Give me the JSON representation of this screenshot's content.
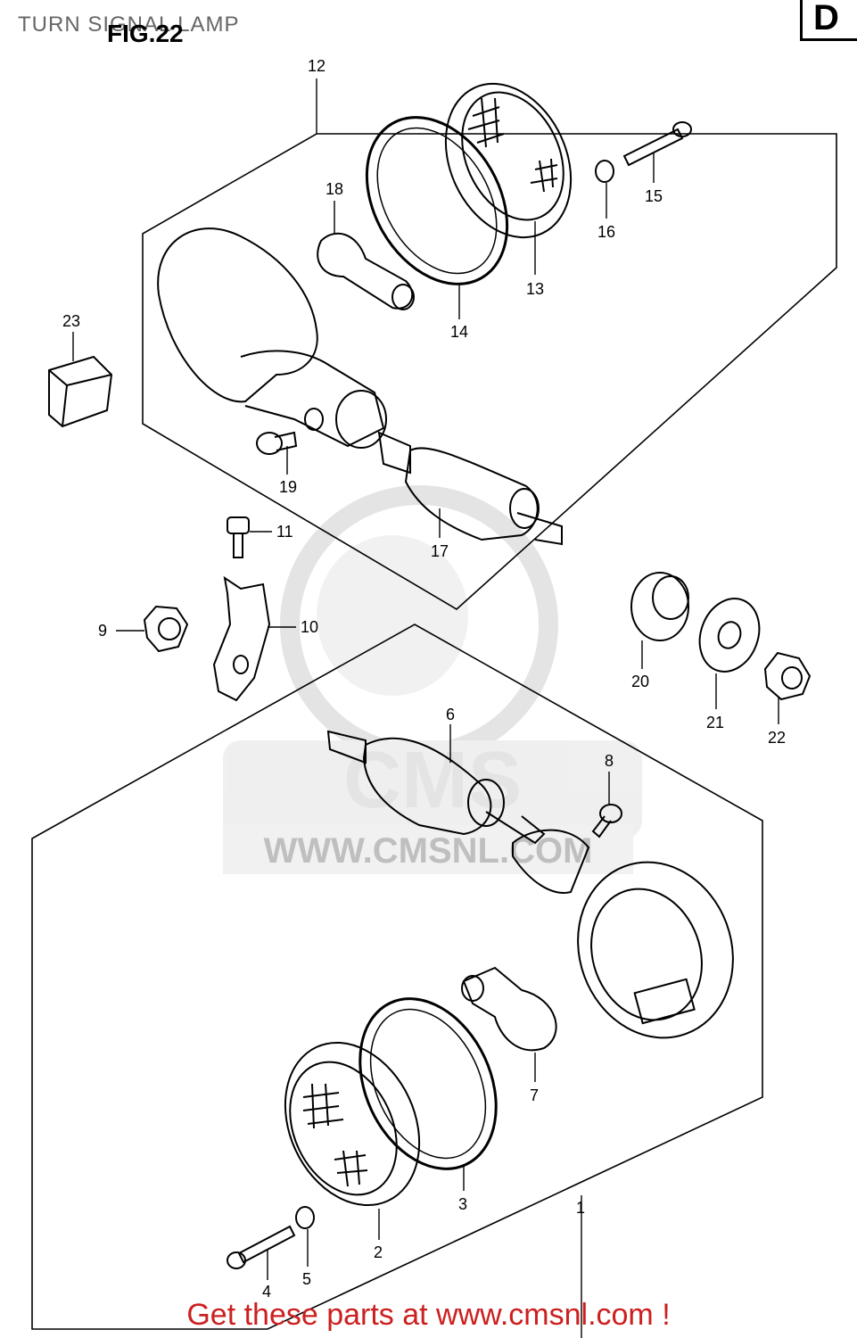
{
  "header": {
    "title": "TURN SIGNAL LAMP",
    "figure": "FIG.22",
    "section": "D"
  },
  "watermark": {
    "url": "WWW.CMSNL.COM"
  },
  "callouts": [
    "12",
    "18",
    "13",
    "14",
    "15",
    "16",
    "23",
    "19",
    "17",
    "11",
    "9",
    "10",
    "20",
    "21",
    "22",
    "6",
    "8",
    "7",
    "3",
    "1",
    "2",
    "4",
    "5"
  ],
  "footer": {
    "text": "Get these parts at www.cmsnl.com !"
  },
  "colors": {
    "footer": "#cc1f1f",
    "line": "#000000",
    "watermark": "#d9d9d9"
  }
}
